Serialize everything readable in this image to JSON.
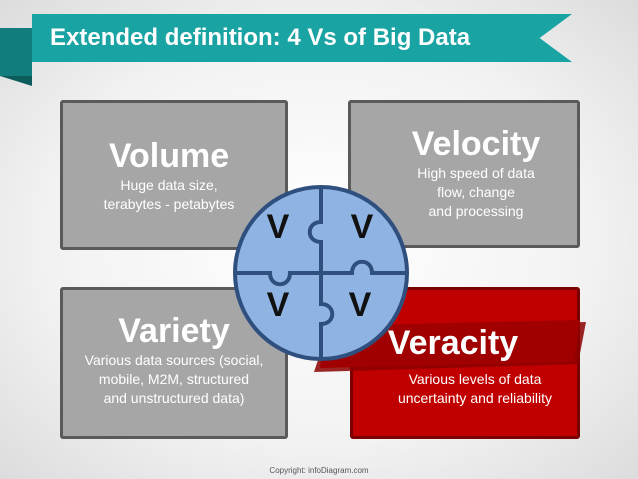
{
  "title": "Extended definition: 4 Vs of Big Data",
  "cards": {
    "volume": {
      "title": "Volume",
      "desc": "Huge data size,\nterabytes - petabytes"
    },
    "velocity": {
      "title": "Velocity",
      "desc": "High speed of data\nflow, change\nand processing"
    },
    "variety": {
      "title": "Variety",
      "desc": "Various data sources (social,\nmobile, M2M, structured\nand unstructured data)"
    },
    "veracity": {
      "title": "Veracity",
      "desc": "Various levels of data\nuncertainty and reliability"
    }
  },
  "puzzle_letters": {
    "top_left": "V",
    "top_right": "V",
    "bottom_left": "V",
    "bottom_right": "V"
  },
  "copyright": "Copyright: infoDiagram.com",
  "colors": {
    "banner": "#1aa3a3",
    "card_gray": "#a6a6a6",
    "card_red": "#c00000",
    "puzzle_fill": "#8fb4e3",
    "puzzle_stroke": "#2f4f7f",
    "ribbon": "#8b0000"
  }
}
